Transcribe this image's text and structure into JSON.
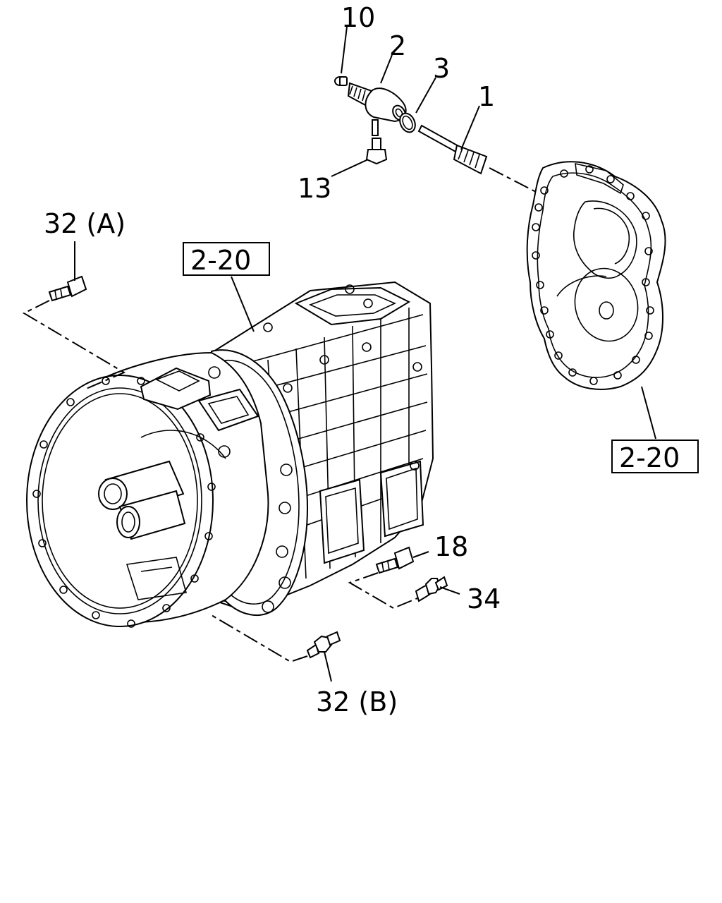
{
  "callouts": {
    "c10": "10",
    "c2": "2",
    "c3": "3",
    "c1": "1",
    "c13": "13",
    "c32a": "32 (A)",
    "c18": "18",
    "c34": "34",
    "c32b": "32 (B)"
  },
  "ref_boxes": {
    "left": "2-20",
    "right": "2-20"
  }
}
